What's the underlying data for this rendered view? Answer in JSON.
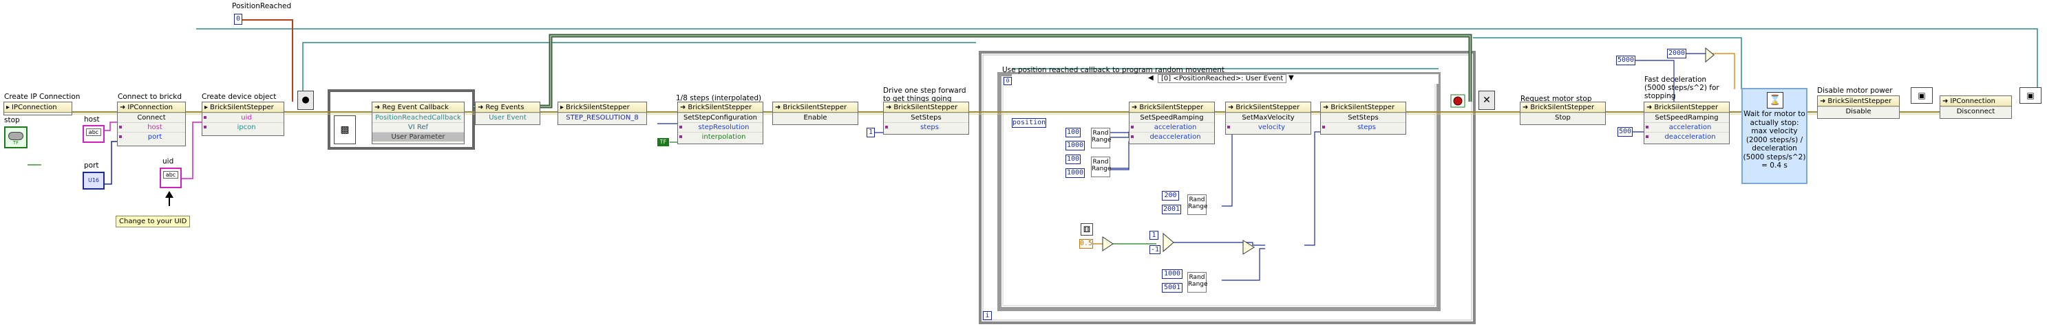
{
  "diagram": {
    "top_indicator": {
      "label": "PositionReached",
      "value": "0"
    },
    "stop_control": {
      "label": "stop",
      "value": "TF"
    },
    "host_control": {
      "label": "host",
      "value": "abc"
    },
    "port_control": {
      "label": "port",
      "value": "U16"
    },
    "uid_control": {
      "label": "uid",
      "value": "abc"
    },
    "uid_note": "Change to your UID",
    "comments": {
      "create_ip": "Create IP Connection",
      "connect": "Connect to brickd",
      "create_device": "Create device object",
      "steps_interp": "1/8 steps (interpolated)",
      "drive_one_step_1": "Drive one step forward",
      "drive_one_step_2": "to get things going",
      "use_callback": "Use position reached callback to program random movement",
      "request_stop": "Request motor stop",
      "fast_decel_1": "Fast deceleration",
      "fast_decel_2": "(5000 steps/s^2) for",
      "fast_decel_3": "stopping",
      "disable_power": "Disable motor power"
    },
    "nodes": {
      "ipconn1": {
        "title": "IPConnection",
        "rows": [
          "Connect"
        ],
        "pins": [
          "host",
          "port"
        ]
      },
      "ipconn0": {
        "title": "IPConnection"
      },
      "bss_create": {
        "title": "BrickSilentStepper",
        "pins": [
          "uid",
          "ipcon"
        ]
      },
      "reg_cb": {
        "title": "Reg Event Callback",
        "rows": [
          "PositionReachedCallback",
          "VI Ref",
          "User Parameter"
        ]
      },
      "reg_events": {
        "title": "Reg Events",
        "rows": [
          "User Event"
        ]
      },
      "bss_const": {
        "title": "BrickSilentStepper",
        "rows": [
          "STEP_RESOLUTION_8"
        ]
      },
      "set_step_cfg": {
        "title": "BrickSilentStepper",
        "rows": [
          "SetStepConfiguration"
        ],
        "pins": [
          "stepResolution",
          "interpolation"
        ]
      },
      "enable": {
        "title": "BrickSilentStepper",
        "rows": [
          "Enable"
        ]
      },
      "setsteps1": {
        "title": "BrickSilentStepper",
        "rows": [
          "SetSteps"
        ],
        "pins": [
          "steps"
        ]
      },
      "event_selector": "[0] <PositionReached>: User Event",
      "event_pin": "position",
      "inner_ramp": {
        "title": "BrickSilentStepper",
        "rows": [
          "SetSpeedRamping"
        ],
        "pins": [
          "acceleration",
          "deacceleration"
        ]
      },
      "inner_maxvel": {
        "title": "BrickSilentStepper",
        "rows": [
          "SetMaxVelocity"
        ],
        "pins": [
          "velocity"
        ]
      },
      "inner_steps": {
        "title": "BrickSilentStepper",
        "rows": [
          "SetSteps"
        ],
        "pins": [
          "steps"
        ]
      },
      "stop_node": {
        "title": "BrickSilentStepper",
        "rows": [
          "Stop"
        ]
      },
      "ramp_stop": {
        "title": "BrickSilentStepper",
        "rows": [
          "SetSpeedRamping"
        ],
        "pins": [
          "acceleration",
          "deacceleration"
        ]
      },
      "disable": {
        "title": "BrickSilentStepper",
        "rows": [
          "Disable"
        ]
      },
      "disconnect": {
        "title": "IPConnection",
        "rows": [
          "Disconnect"
        ]
      }
    },
    "constants": {
      "steps_one": "1",
      "true_const": "TF",
      "rand_a_lo": "100",
      "rand_a_hi": "1000",
      "rand_b_lo": "100",
      "rand_b_hi": "1000",
      "rand_v_lo": "200",
      "rand_v_hi": "2001",
      "rand_s_lo": "1000",
      "rand_s_hi": "5001",
      "half": "0.5",
      "pos_one": "1",
      "neg_one": "-1",
      "k5000": "5000",
      "k2000": "2000",
      "k500": "500",
      "rand_label": "Rand\nRange",
      "loop_i": "i",
      "case_0": "0"
    },
    "wait_text": [
      "Wait for motor to",
      "actually stop:",
      "max velocity",
      "(2000 steps/s) /",
      "deceleration",
      "(5000 steps/s^2)",
      "= 0.4 s"
    ]
  }
}
